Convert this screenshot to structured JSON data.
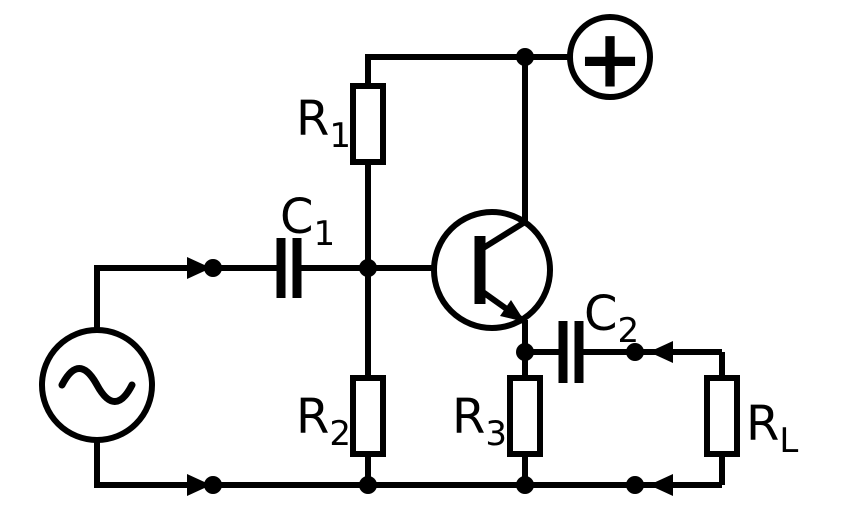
{
  "colors": {
    "line": "#000000",
    "background": "#ffffff"
  },
  "labels": {
    "r1": {
      "base": "R",
      "sub": "1"
    },
    "r2": {
      "base": "R",
      "sub": "2"
    },
    "r3": {
      "base": "R",
      "sub": "3"
    },
    "rl": {
      "base": "R",
      "sub": "L"
    },
    "c1": {
      "base": "C",
      "sub": "1"
    },
    "c2": {
      "base": "C",
      "sub": "2"
    },
    "supply": {
      "symbol": "+"
    }
  },
  "icons": {
    "supply": "plus-icon",
    "ac_source": "sine-wave-icon",
    "emitter": "arrow-icon",
    "ports": "arrow-icon"
  }
}
